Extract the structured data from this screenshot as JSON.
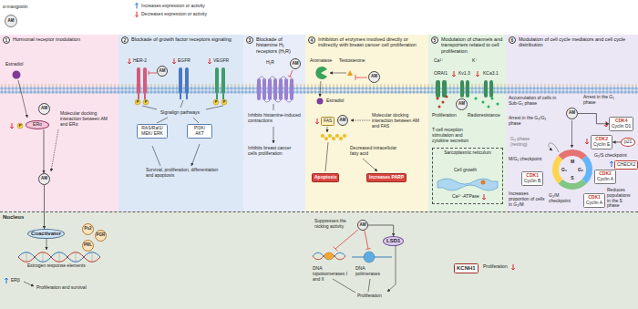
{
  "diagram": {
    "nodes": [
      {
        "text": [
          "1",
          "Hormonal receptor modulation"
        ]
      },
      {
        "text": [
          "2",
          "Blockade of growth factor receptors signaling"
        ]
      },
      {
        "text": [
          "3",
          "Blockade of histamine H₁ receptors (H₁R)"
        ]
      },
      {
        "text": [
          "4",
          "Inhibition of enzymes involved directly or indirectly with breast cancer cell proliferation"
        ]
      },
      {
        "text": [
          "5",
          "Modulation of channels and transporters related to cell proliferation"
        ]
      },
      {
        "text": [
          "6",
          "Modulation of cell cycle mediators and cell cycle distribution"
        ]
      },
      {
        "text": [
          "Nucleus"
        ]
      },
      {
        "text": [
          "AM"
        ],
        "in": 0
      },
      {
        "text": [
          "ERα"
        ],
        "in": 0
      },
      {
        "text": [
          "AM"
        ],
        "in": 0
      },
      {
        "text": [
          "Coactivator"
        ],
        "in": 6
      },
      {
        "text": [
          "Ps2"
        ],
        "in": 6
      },
      {
        "text": [
          "PGR"
        ],
        "in": 6
      },
      {
        "text": [
          "PRL"
        ],
        "in": 6
      },
      {
        "text": [
          "AM"
        ],
        "in": 1
      },
      {
        "text": [
          "RAS/Raf1/ MEK/ ERK"
        ],
        "in": 1
      },
      {
        "text": [
          "PI3K/ AKT"
        ],
        "in": 1
      },
      {
        "text": [
          "AM"
        ],
        "in": 2
      },
      {
        "text": [
          "AM"
        ],
        "in": 3
      },
      {
        "text": [
          "FAS"
        ],
        "in": 3
      },
      {
        "text": [
          "AM"
        ],
        "in": 3
      },
      {
        "text": [
          "Apoptosis"
        ],
        "in": 3
      },
      {
        "text": [
          "Increases PARP"
        ],
        "in": 3
      },
      {
        "text": [
          "AM"
        ],
        "in": 6
      },
      {
        "text": [
          "LSD1"
        ],
        "in": 6
      },
      {
        "text": [
          "AM"
        ],
        "in": 4
      },
      {
        "text": [
          "Sarcoplasmic reticulum"
        ],
        "in": 4
      },
      {
        "text": [
          "KCNH1"
        ],
        "in": 6
      },
      {
        "text": [
          "AM"
        ],
        "in": 5
      },
      {
        "text": [
          "CDK4",
          "Cyclin D1"
        ],
        "in": 5
      },
      {
        "text": [
          "CDK2",
          "Cyclin E"
        ],
        "in": 5
      },
      {
        "text": [
          "p21"
        ],
        "in": 5
      },
      {
        "text": [
          "CHECK2"
        ],
        "in": 5
      },
      {
        "text": [
          "CDK2",
          "Cyclin A"
        ],
        "in": 5
      },
      {
        "text": [
          "CDK1",
          "Cyclin B"
        ],
        "in": 5
      },
      {
        "text": [
          "CDK1",
          "Cyclin A"
        ],
        "in": 5
      }
    ],
    "edges": [
      {
        "from": 8,
        "to": 9,
        "arrow": "to"
      },
      {
        "from": 9,
        "to": 10,
        "arrow": "to"
      },
      {
        "from": 23,
        "to": 24,
        "arrow": "to"
      },
      {
        "from": 31,
        "to": 30,
        "arrow": "to"
      },
      {
        "from": 28,
        "to": 29,
        "arrow": "to"
      }
    ],
    "labels": [
      "AM",
      "Estradiol",
      "P",
      "Molecular docking interaction between AM and ERα",
      "Estrogen response elements",
      "ERβ",
      "Proliferation and survival",
      "HER-2",
      "EGFR",
      "VEGFR",
      "P",
      "P",
      "P",
      "P",
      "Signalign pathways",
      "Survival, proliferation, differentiation and apoptosis",
      "H₁R",
      "Inhibits histamine-induced contractions",
      "Inhibits breast cancer cells proliferation",
      "Aromatase",
      "Testosterone",
      "Estradiol",
      "Molecular docking interaction between AM and FAS",
      "Decreased intracellular fatty acid",
      "Suppresses the nicking activity",
      "DNA topoisomerases I and II",
      "DNA polimerases",
      "Proliferation",
      "Ca²⁺",
      "ORAI1",
      "K⁺",
      "Kv1.3",
      "KCa3.1",
      "Proliferation",
      "Radioresistance",
      "T-cell reception stimulation and cytokine secretion",
      "Cell growth",
      "Ca²⁺-ATPase",
      "Proliferation",
      "Accumulation of cells in Sub-G₁ phase",
      "Arrest in the G₁ phase",
      "Arrest in the G₀/G₁ phase",
      "G₀ phase (resting)",
      "M",
      "G₁",
      "S",
      "G₂",
      "M/G₁ checkpoint",
      "G₁/S checkpoint",
      "G₂/M checkpoint",
      "Increases proportion of cells in G₂/M",
      "Reduces populations in the S phase"
    ],
    "legend": [
      {
        "text": "α-mangostin"
      },
      {
        "text": "Increases expression or activity"
      },
      {
        "text": "Decreases expression or activity"
      }
    ]
  }
}
